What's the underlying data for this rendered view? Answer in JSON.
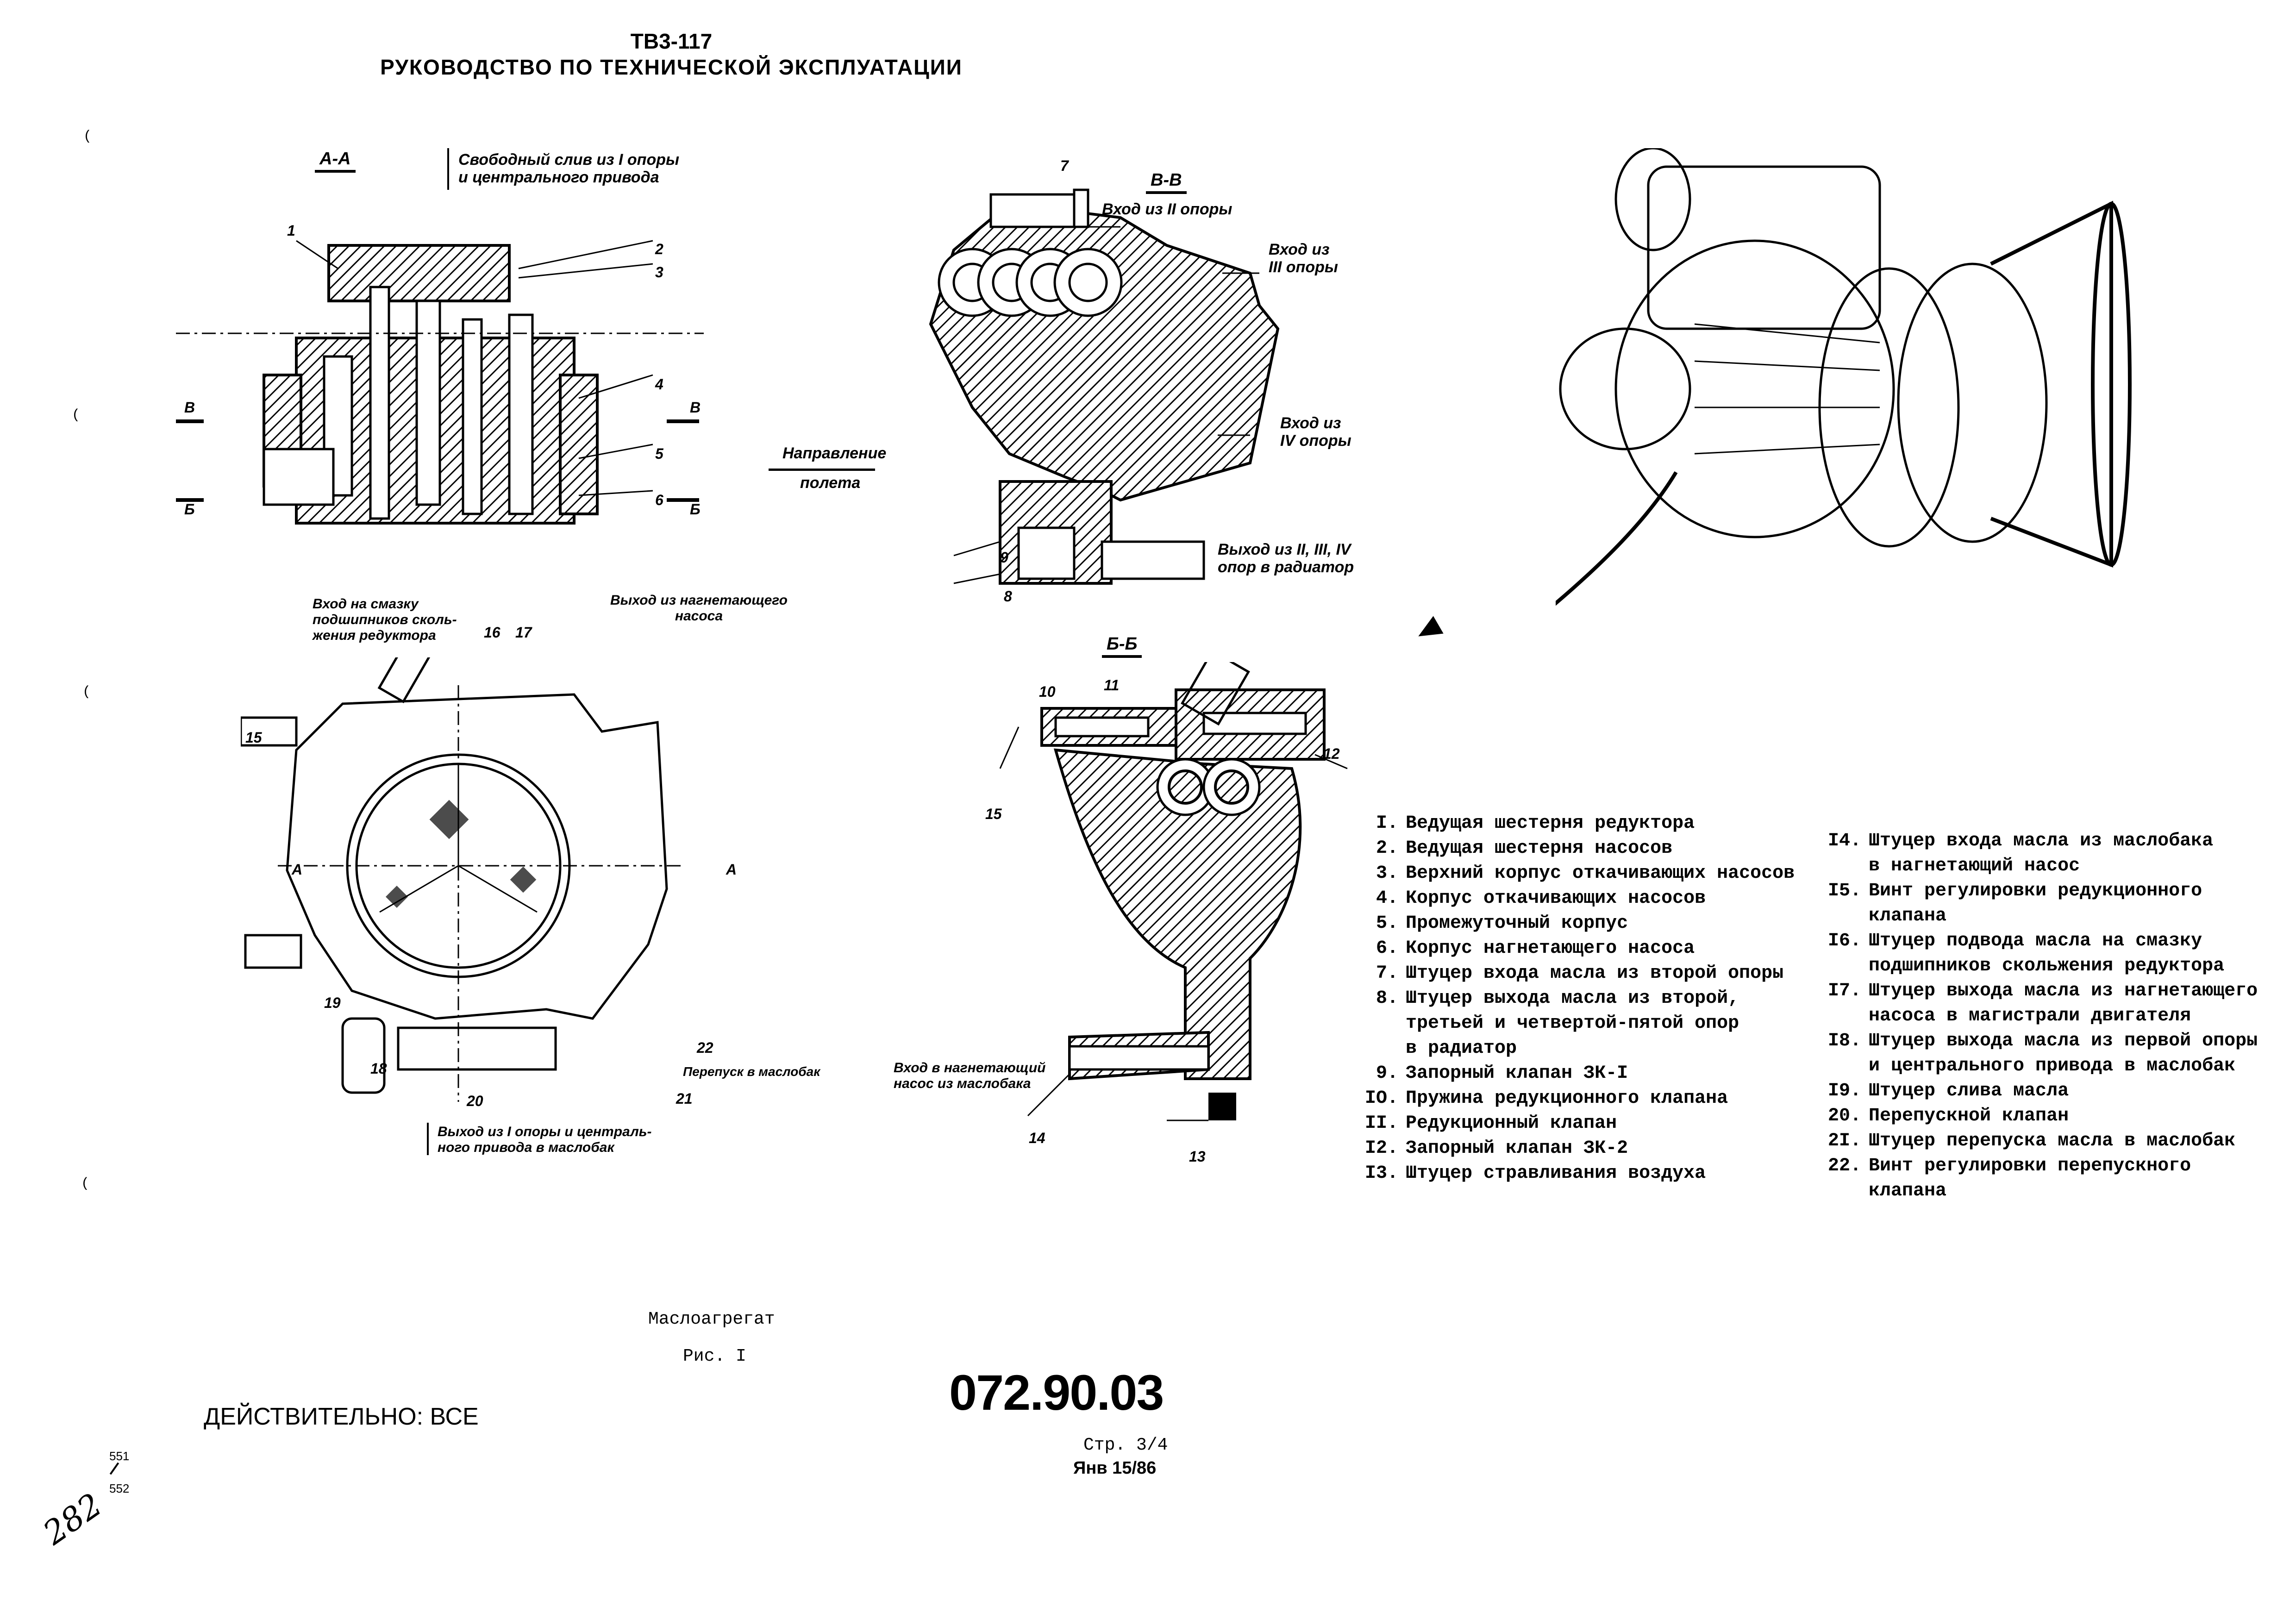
{
  "header": {
    "engine": "ТВ3-117",
    "manual_title": "РУКОВОДСТВО ПО ТЕХНИЧЕСКОЙ ЭКСПЛУАТАЦИИ"
  },
  "views": {
    "section_aa": {
      "title": "А-А",
      "note": "Свободный слив из I опоры\nи центрального привода",
      "callouts": [
        "1",
        "2",
        "3",
        "4",
        "5",
        "6"
      ],
      "cut_marks": [
        "В",
        "В",
        "Б",
        "Б"
      ]
    },
    "flight_direction": {
      "label_top": "Направление",
      "label_bottom": "полета"
    },
    "section_vv": {
      "title": "В-В",
      "inlet_2": "Вход из II опоры",
      "inlet_3": "Вход из\nIII опоры",
      "inlet_4": "Вход из\nIV опоры",
      "outlet": "Выход из II, III, IV\nопор в радиатор",
      "callouts": [
        "7",
        "8",
        "9"
      ]
    },
    "front_view": {
      "lube_inlet": "Вход на смазку\nподшипников сколь-\nжения редуктора",
      "pump_outlet": "Выход из нагнетающего\nнасоса",
      "bypass": "Перепуск в маслобак",
      "drain_outlet": "Выход из I опоры и централь-\nного привода в маслобак",
      "callouts": [
        "15",
        "16",
        "17",
        "18",
        "19",
        "20",
        "21",
        "22"
      ],
      "cut_marks": [
        "А",
        "А"
      ]
    },
    "section_bb": {
      "title": "Б-Б",
      "inlet": "Вход в нагнетающий\nнасос из маслобака",
      "callouts": [
        "10",
        "11",
        "12",
        "13",
        "14",
        "15"
      ]
    }
  },
  "legend": {
    "col1": [
      {
        "num": "I.",
        "text": "Ведущая шестерня редуктора"
      },
      {
        "num": "2.",
        "text": "Ведущая шестерня насосов"
      },
      {
        "num": "3.",
        "text": "Верхний корпус откачивающих насосов"
      },
      {
        "num": "4.",
        "text": "Корпус откачивающих насосов"
      },
      {
        "num": "5.",
        "text": "Промежуточный корпус"
      },
      {
        "num": "6.",
        "text": "Корпус нагнетающего насоса"
      },
      {
        "num": "7.",
        "text": "Штуцер входа масла из второй опоры"
      },
      {
        "num": "8.",
        "text": "Штуцер выхода масла из второй,\nтретьей и четвертой-пятой опор\nв радиатор"
      },
      {
        "num": "9.",
        "text": "Запорный клапан ЗК-I"
      },
      {
        "num": "IO.",
        "text": "Пружина редукционного клапана"
      },
      {
        "num": "II.",
        "text": "Редукционный клапан"
      },
      {
        "num": "I2.",
        "text": "Запорный клапан ЗК-2"
      },
      {
        "num": "I3.",
        "text": "Штуцер стравливания воздуха"
      }
    ],
    "col2": [
      {
        "num": "I4.",
        "text": "Штуцер входа масла из маслобака\nв нагнетающий насос"
      },
      {
        "num": "I5.",
        "text": "Винт регулировки редукционного\nклапана"
      },
      {
        "num": "I6.",
        "text": "Штуцер подвода масла на смазку\nподшипников скольжения редуктора"
      },
      {
        "num": "I7.",
        "text": "Штуцер выхода масла из нагнетающего\nнасоса в магистрали двигателя"
      },
      {
        "num": "I8.",
        "text": "Штуцер выхода масла из первой опоры\nи центрального привода в маслобак"
      },
      {
        "num": "I9.",
        "text": "Штуцер слива масла"
      },
      {
        "num": "20.",
        "text": "Перепускной клапан"
      },
      {
        "num": "2I.",
        "text": "Штуцер перепуска масла в маслобак"
      },
      {
        "num": "22.",
        "text": "Винт регулировки перепускного\nклапана"
      }
    ]
  },
  "caption": {
    "name": "Маслоагрегат",
    "figure": "Рис. I"
  },
  "footer": {
    "effectivity": "ДЕЙСТВИТЕЛЬНО: ВСЕ",
    "doc_code": "072.90.03",
    "page": "Стр. 3/4",
    "date": "Янв 15/86",
    "page_range_top": "551",
    "page_range_bottom": "552",
    "handwritten": "282"
  }
}
